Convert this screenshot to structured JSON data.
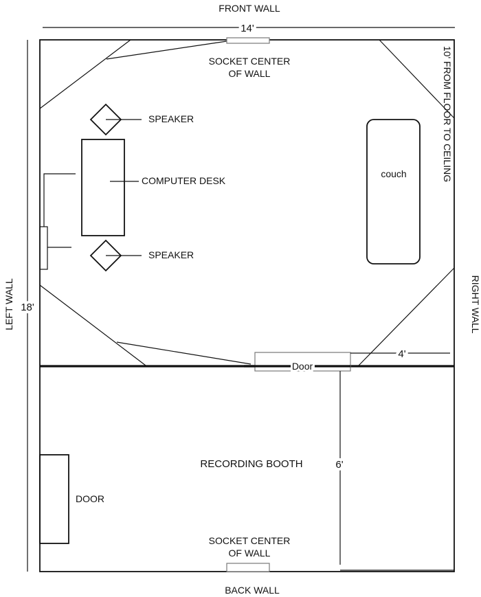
{
  "labels": {
    "front_wall": "FRONT WALL",
    "back_wall": "BACK WALL",
    "left_wall": "LEFT WALL",
    "right_wall": "RIGHT WALL",
    "width_dim": "14'",
    "length_dim": "18'",
    "ceiling_height": "10' FROM FLOOR TO CEILING",
    "socket_top_line1": "SOCKET CENTER",
    "socket_top_line2": "OF WALL",
    "socket_bottom_line1": "SOCKET CENTER",
    "socket_bottom_line2": "OF WALL",
    "speaker_top": "SPEAKER",
    "speaker_bottom": "SPEAKER",
    "computer_desk": "COMPUTER DESK",
    "couch": "couch",
    "door_middle": "Door",
    "door_dim": "4'",
    "booth_dim": "6'",
    "recording_booth": "RECORDING BOOTH",
    "door_booth": "DOOR"
  }
}
